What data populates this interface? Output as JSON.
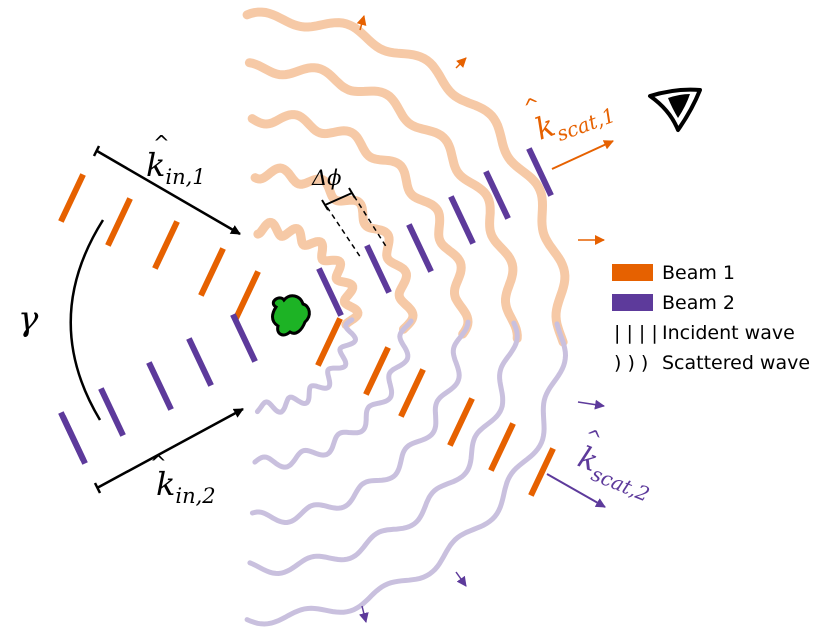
{
  "colors": {
    "beam1": "#E66100",
    "beam2": "#5D3A9B",
    "beam1_scattered": "#F6C9A6",
    "beam2_scattered": "#C9C0DE",
    "object": "#1DB325",
    "ink": "#000000"
  },
  "labels": {
    "k_in_1": {
      "base": "k",
      "sub": "in,1"
    },
    "k_in_2": {
      "base": "k",
      "sub": "in,2"
    },
    "k_scat_1": {
      "base": "k",
      "sub": "scat,1"
    },
    "k_scat_2": {
      "base": "k",
      "sub": "scat,2"
    },
    "gamma": "γ",
    "delta_phi": "Δϕ"
  },
  "legend": {
    "beam1": "Beam 1",
    "beam2": "Beam 2",
    "incident_symbol": "| | | |",
    "incident": "Incident wave",
    "scattered_symbol": ") ) )",
    "scattered": "Scattered wave"
  },
  "icons": {
    "observer": "eye-icon",
    "object": "scattering-object"
  }
}
